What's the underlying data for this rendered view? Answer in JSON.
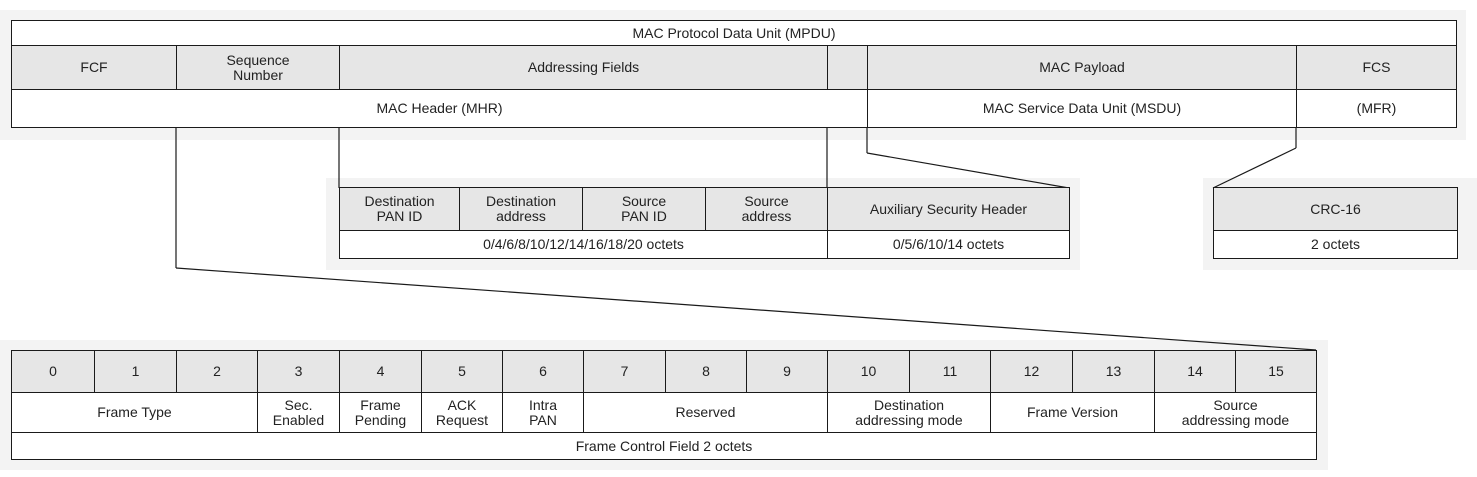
{
  "mpdu": {
    "title": "MAC Protocol Data Unit (MPDU)",
    "fields": {
      "fcf": "FCF",
      "sequence_number": "Sequence\nNumber",
      "addressing_fields": "Addressing Fields",
      "mac_payload": "MAC Payload",
      "fcs": "FCS"
    },
    "groups": {
      "mhr": "MAC Header (MHR)",
      "msdu": "MAC Service Data Unit (MSDU)",
      "mfr": "(MFR)"
    }
  },
  "addressing": {
    "fields": [
      "Destination\nPAN ID",
      "Destination\naddress",
      "Source\nPAN ID",
      "Source\naddress"
    ],
    "size": "0/4/6/8/10/12/14/16/18/20 octets"
  },
  "aux_security": {
    "label": "Auxiliary Security Header",
    "size": "0/5/6/10/14 octets"
  },
  "crc": {
    "label": "CRC-16",
    "size": "2 octets"
  },
  "fcf": {
    "bits": [
      "0",
      "1",
      "2",
      "3",
      "4",
      "5",
      "6",
      "7",
      "8",
      "9",
      "10",
      "11",
      "12",
      "13",
      "14",
      "15"
    ],
    "subfields": {
      "frame_type": "Frame Type",
      "sec_enabled": "Sec.\nEnabled",
      "frame_pending": "Frame\nPending",
      "ack_request": "ACK\nRequest",
      "intra_pan": "Intra\nPAN",
      "reserved": "Reserved",
      "dest_mode": "Destination\naddressing mode",
      "frame_version": "Frame Version",
      "src_mode": "Source\naddressing mode"
    },
    "caption": "Frame Control Field 2 octets"
  },
  "colors": {
    "header_fill": "#e6e6e6",
    "panel_fill": "#f3f3f3",
    "border": "#1a1a1a"
  }
}
